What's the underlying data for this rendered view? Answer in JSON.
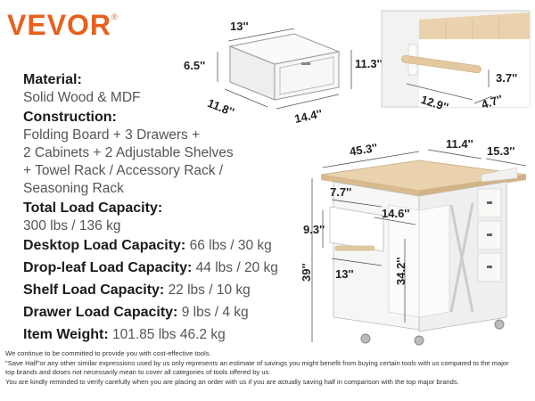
{
  "brand": {
    "logo": "VEVOR",
    "reg": "®"
  },
  "specs": {
    "material": {
      "label": "Material:",
      "value": "Solid Wood & MDF"
    },
    "construction": {
      "label": "Construction:",
      "lines": [
        "Folding Board + 3 Drawers +",
        "2 Cabinets + 2 Adjustable Shelves",
        "+ Towel Rack / Accessory Rack /",
        "Seasoning Rack"
      ]
    },
    "total_load": {
      "label": "Total Load Capacity:",
      "value": "300 lbs / 136 kg"
    },
    "desktop_load": {
      "label": "Desktop Load Capacity:",
      "value": "66 lbs / 30 kg"
    },
    "dropleaf_load": {
      "label": "Drop-leaf Load Capacity:",
      "value": "44 lbs / 20 kg"
    },
    "shelf_load": {
      "label": "Shelf Load Capacity:",
      "value": "22 lbs / 10 kg"
    },
    "drawer_load": {
      "label": "Drawer Load Capacity:",
      "value": "9 lbs / 4 kg"
    },
    "item_weight": {
      "label": "Item Weight:",
      "value": "101.85 lbs  46.2 kg"
    }
  },
  "drawer_dims": {
    "width": "13''",
    "height_front": "6.5''",
    "height": "11.3''",
    "depth": "11.8''",
    "length": "14.4''"
  },
  "towel_rack_dims": {
    "length": "12.9''",
    "height": "3.7''",
    "depth": "4.7''"
  },
  "cart_dims": {
    "width": "45.3''",
    "leaf": "11.4''",
    "depth": "15.3''",
    "shelf_h": "7.7''",
    "shelf_w": "14.6''",
    "rack_h": "9.3''",
    "rack_w": "13''",
    "total_h": "39''",
    "body_h": "34.2''"
  },
  "disclaimer": [
    "We continue to be committed to provide you with cost-effective tools.",
    "\"Save Half\"or any other similar expressions used by us only represents an estimate of savings you might benefit from buying certain tools with us compared to the major",
    "top brands and doses not necessarily mean to cover all categories of tools offered by us.",
    "You are kindly reminded to verify carefully when you are placing an order with us if you are actually saving half in comparison with the top major brands."
  ],
  "colors": {
    "brand": "#e8601d",
    "wood": "#e9d2ad",
    "cabinet": "#f4f4f2"
  }
}
